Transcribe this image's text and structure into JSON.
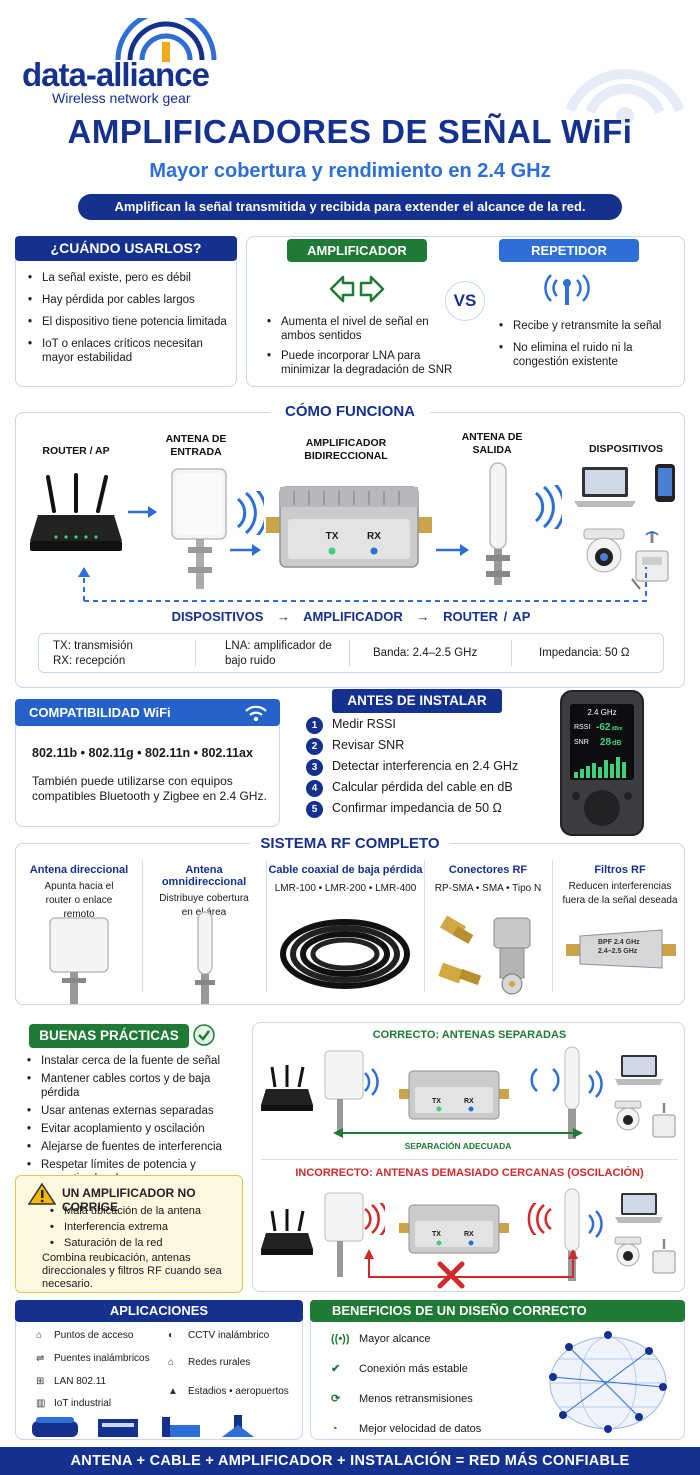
{
  "brand": {
    "name": "data-alliance",
    "tagline": "Wireless network gear"
  },
  "title": "AMPLIFICADORES DE SEÑAL WiFi",
  "subtitle": "Mayor cobertura y rendimiento en 2.4 GHz",
  "banner": "Amplifican la señal transmitida y recibida para extender el alcance de la red.",
  "when": {
    "title": "¿CUÁNDO USARLOS?",
    "items": [
      "La señal existe, pero es débil",
      "Hay pérdida por cables largos",
      "El dispositivo tiene potencia limitada",
      "IoT o enlaces críticos necesitan mayor estabilidad"
    ]
  },
  "compare": {
    "amp_title": "AMPLIFICADOR",
    "amp_items": [
      "Aumenta el nivel de señal en ambos sentidos",
      "Puede incorporar LNA para minimizar la degradación de SNR"
    ],
    "vs": "VS",
    "rep_title": "REPETIDOR",
    "rep_items": [
      "Recibe y retransmite la señal",
      "No elimina el ruido ni la congestión existente"
    ]
  },
  "how": {
    "title": "CÓMO FUNCIONA",
    "router": "ROUTER / AP",
    "ant_in": "ANTENA DE ENTRADA",
    "amp": "AMPLIFICADOR BIDIRECCIONAL",
    "ant_out": "ANTENA DE SALIDA",
    "devices": "DISPOSITIVOS",
    "tx": "TX",
    "rx": "RX",
    "flow": [
      "DISPOSITIVOS",
      "→",
      "AMPLIFICADOR",
      "→",
      "ROUTER / AP"
    ],
    "specs": [
      "TX: transmisión",
      "RX: recepción",
      "LNA: amplificador de bajo ruido",
      "Banda: 2.4–2.5 GHz",
      "Impedancia: 50 Ω"
    ]
  },
  "compat": {
    "title": "COMPATIBILIDAD WiFi",
    "standards": "802.11b • 802.11g • 802.11n • 802.11ax",
    "note": "También puede utilizarse con equipos compatibles Bluetooth y Zigbee en 2.4 GHz."
  },
  "before": {
    "title": "ANTES DE INSTALAR",
    "steps": [
      "Medir RSSI",
      "Revisar SNR",
      "Detectar interferencia en 2.4 GHz",
      "Calcular pérdida del cable en dB",
      "Confirmar impedancia de 50 Ω"
    ],
    "meter": {
      "band": "2.4 GHz",
      "rssi_label": "RSSI",
      "rssi_value": "-62",
      "rssi_unit": "dBm",
      "snr_label": "SNR",
      "snr_value": "28",
      "snr_unit": "dB"
    }
  },
  "rf": {
    "title": "SISTEMA RF COMPLETO",
    "items": [
      {
        "title": "Antena direccional",
        "desc": "Apunta hacia el router o enlace remoto"
      },
      {
        "title": "Antena omnidireccional",
        "desc": "Distribuye cobertura en el área"
      },
      {
        "title": "Cable coaxial de baja pérdida",
        "desc": "LMR-100 • LMR-200 • LMR-400"
      },
      {
        "title": "Conectores RF",
        "desc": "RP-SMA • SMA • Tipo N"
      },
      {
        "title": "Filtros RF",
        "desc": "Reducen interferencias fuera de la señal deseada"
      }
    ],
    "filter_label": "BPF 2.4 GHz 2.4–2.5 GHz"
  },
  "practices": {
    "title": "BUENAS PRÁCTICAS",
    "items": [
      "Instalar cerca de la fuente de señal",
      "Mantener cables cortos y de baja pérdida",
      "Usar antenas externas separadas",
      "Evitar acoplamiento y oscilación",
      "Alejarse de fuentes de interferencia",
      "Respetar límites de potencia y normativa local"
    ]
  },
  "warning": {
    "title": "UN AMPLIFICADOR NO CORRIGE",
    "items": [
      "Mala ubicación de la antena",
      "Interferencia extrema",
      "Saturación de la red"
    ],
    "note": "Combina reubicación, antenas direccionales y filtros RF cuando sea necesario."
  },
  "correct": {
    "title": "CORRECTO: ANTENAS SEPARADAS",
    "sep": "SEPARACIÓN ADECUADA"
  },
  "incorrect": {
    "title": "INCORRECTO: ANTENAS DEMASIADO CERCANAS (OSCILACIÓN)"
  },
  "apps": {
    "title": "APLICACIONES",
    "left": [
      "Puntos de acceso",
      "Puentes inalámbricos",
      "LAN 802.11",
      "IoT industrial"
    ],
    "right": [
      "CCTV inalámbrico",
      "Redes rurales",
      "Estadios • aeropuertos"
    ]
  },
  "benefits": {
    "title": "BENEFICIOS DE UN DISEÑO CORRECTO",
    "items": [
      "Mayor alcance",
      "Conexión más estable",
      "Menos retransmisiones",
      "Mejor velocidad de datos"
    ]
  },
  "footer": "ANTENA + CABLE + AMPLIFICADOR + INSTALACIÓN = RED MÁS CONFIABLE",
  "colors": {
    "navy": "#15318f",
    "green": "#1f7a35",
    "blue": "#2d6fd6",
    "red": "#d12a2a"
  }
}
